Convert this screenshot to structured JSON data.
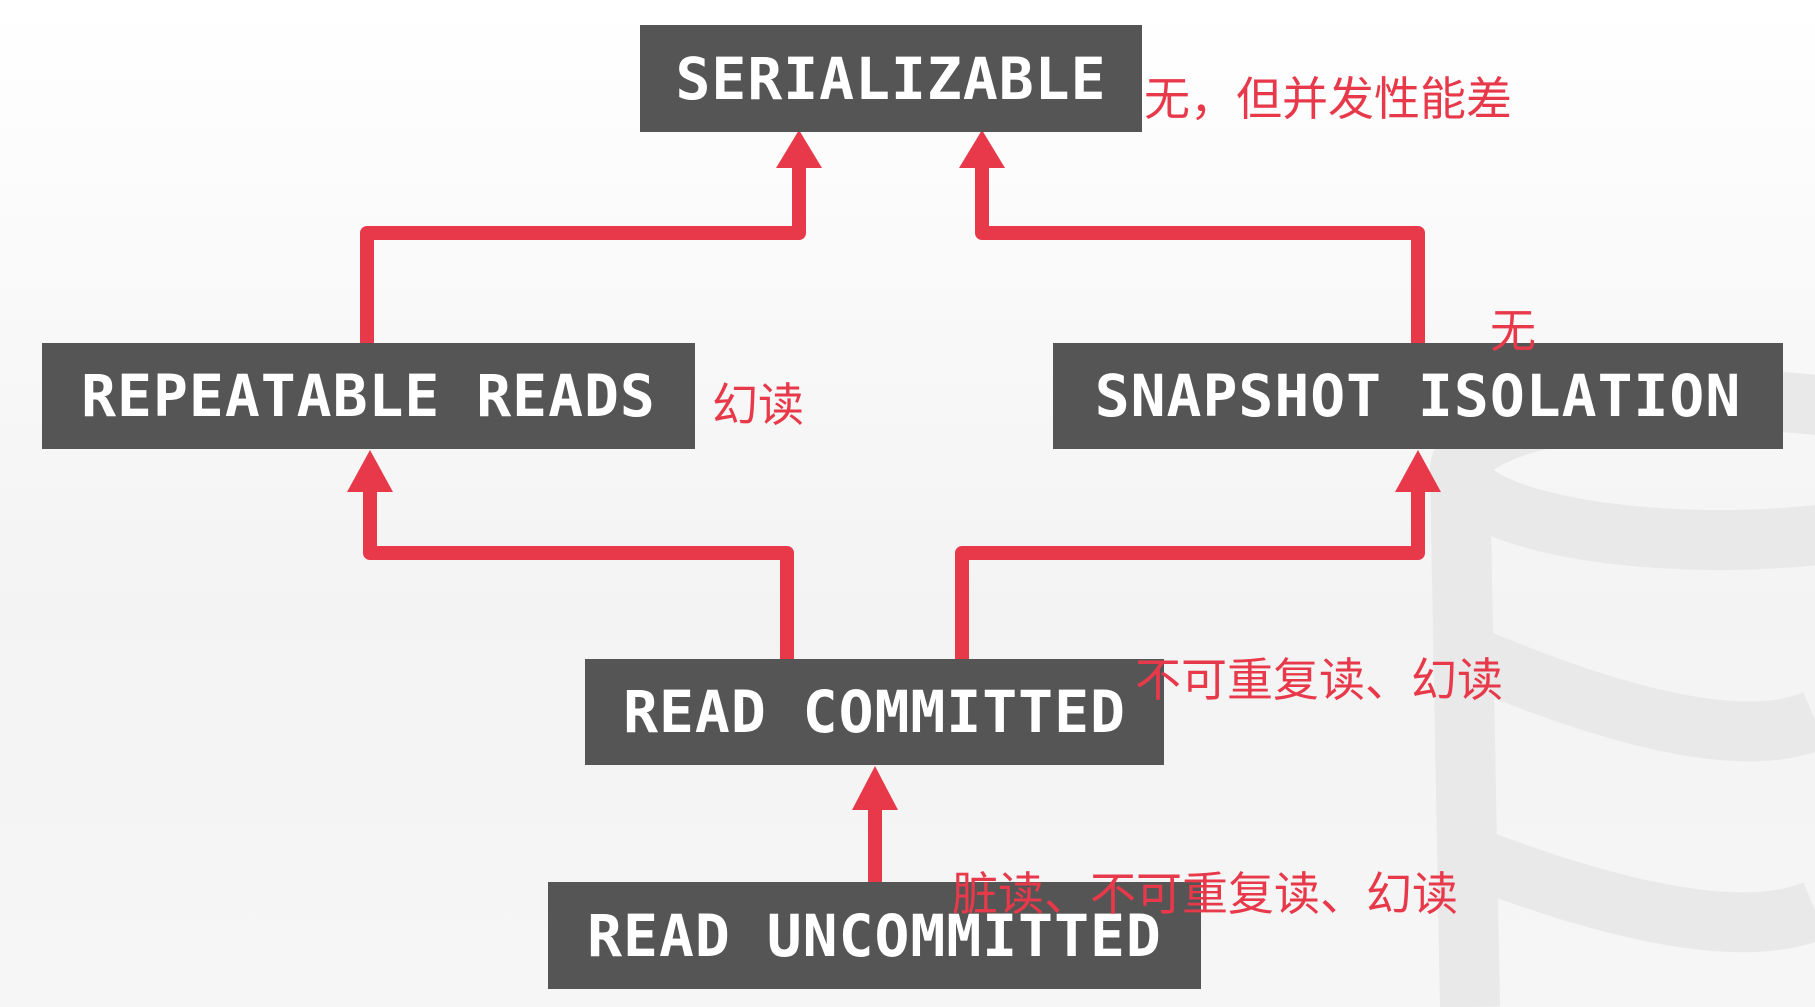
{
  "diagram": {
    "levels": {
      "serializable": "SERIALIZABLE",
      "repeatable_reads": "REPEATABLE READS",
      "snapshot_isolation": "SNAPSHOT ISOLATION",
      "read_committed": "READ COMMITTED",
      "read_uncommitted": "READ UNCOMMITTED"
    },
    "annotations": {
      "serializable": "无，但并发性能差",
      "repeatable_reads": "幻读",
      "snapshot_isolation": "无",
      "read_committed": "不可重复读、幻读",
      "read_uncommitted": "脏读、不可重复读、幻读"
    },
    "edges": [
      {
        "from": "repeatable_reads",
        "to": "serializable"
      },
      {
        "from": "snapshot_isolation",
        "to": "serializable"
      },
      {
        "from": "read_committed",
        "to": "repeatable_reads"
      },
      {
        "from": "read_committed",
        "to": "snapshot_isolation"
      },
      {
        "from": "read_uncommitted",
        "to": "read_committed"
      }
    ]
  },
  "colors": {
    "box_fill": "#555555",
    "box_text": "#ffffff",
    "arrow": "#e8394a",
    "annotation": "#e8394a"
  }
}
